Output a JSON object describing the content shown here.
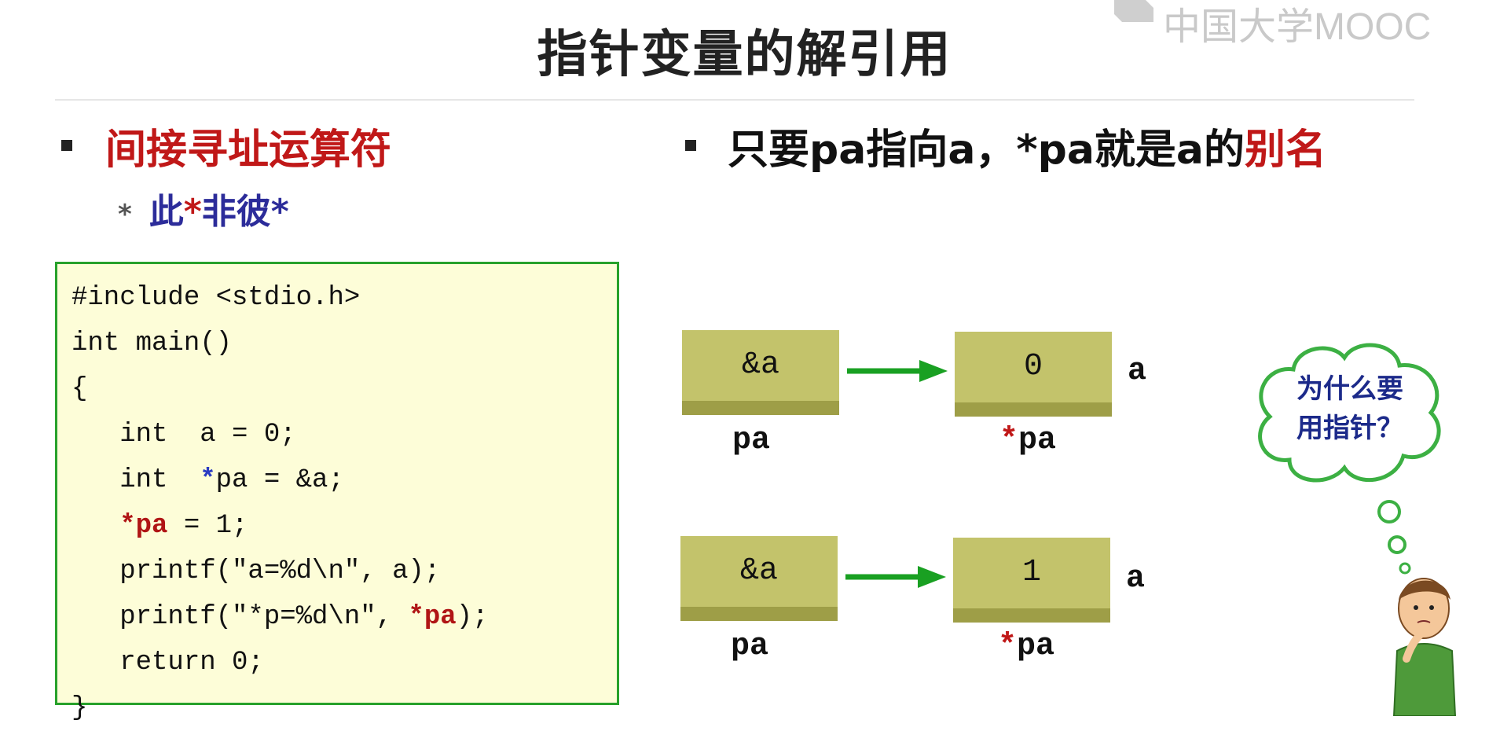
{
  "header": {
    "title": "指针变量的解引用",
    "logo_text": "中国大学MOOC"
  },
  "left": {
    "bullet": "间接寻址运算符",
    "sub_mark": "*",
    "sub_prefix": "此",
    "sub_star1": "*",
    "sub_middle": "非彼",
    "sub_star2": "*"
  },
  "right": {
    "bullet_part1": "只要pa指向a，*pa就是a的",
    "bullet_part2": "别名"
  },
  "code": {
    "l1": "#include <stdio.h>",
    "l2": "int main()",
    "l3": "{",
    "l4": "   int  a = 0;",
    "l5a": "   int  ",
    "l5b": "*",
    "l5c": "pa = &a;",
    "l6a": "   ",
    "l6b": "*pa",
    "l6c": " = 1;",
    "l7": "   printf(\"a=%d\\n\", a);",
    "l8a": "   printf(\"*p=%d\\n\", ",
    "l8b": "*pa",
    "l8c": ");",
    "l9": "   return 0;",
    "l10": "}"
  },
  "diagram": {
    "row1": {
      "ptr_value": "&a",
      "target_value": "0",
      "ptr_label": "pa",
      "target_label_star": "*",
      "target_label": "pa",
      "var_name": "a"
    },
    "row2": {
      "ptr_value": "&a",
      "target_value": "1",
      "ptr_label": "pa",
      "target_label_star": "*",
      "target_label": "pa",
      "var_name": "a"
    },
    "thought_line1": "为什么要",
    "thought_line2": "用指针？"
  },
  "colors": {
    "accent_red": "#c01818",
    "code_border": "#27a12b",
    "code_bg": "#fdfdd8",
    "box_fill": "#c3c36b",
    "arrow": "#19a022"
  }
}
